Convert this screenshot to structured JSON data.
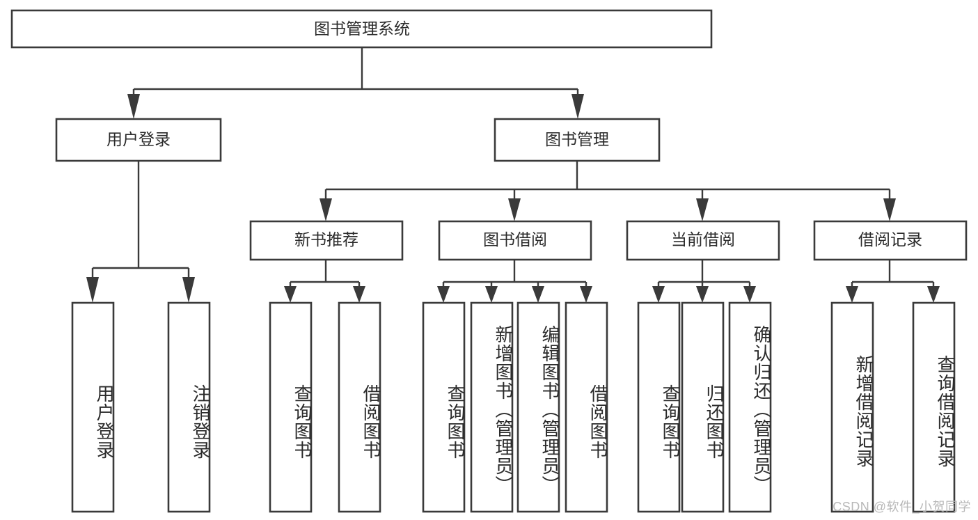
{
  "diagram": {
    "type": "tree-hierarchy",
    "title": "图书管理系统",
    "watermark": "CSDN @软件_小贺同学",
    "colors": {
      "stroke": "#3a3a3a",
      "fill": "#ffffff",
      "text": "#2b2b2b",
      "watermark": "#b8b8b8",
      "background": "#ffffff"
    },
    "root": {
      "label": "图书管理系统",
      "children": [
        {
          "label": "用户登录",
          "children": [
            {
              "label": "用户登录"
            },
            {
              "label": "注销登录"
            }
          ]
        },
        {
          "label": "图书管理",
          "children": [
            {
              "label": "新书推荐",
              "children": [
                {
                  "label": "查询图书"
                },
                {
                  "label": "借阅图书"
                }
              ]
            },
            {
              "label": "图书借阅",
              "children": [
                {
                  "label": "查询图书"
                },
                {
                  "label": "新增图书（管理员）"
                },
                {
                  "label": "编辑图书（管理员）"
                },
                {
                  "label": "借阅图书"
                }
              ]
            },
            {
              "label": "当前借阅",
              "children": [
                {
                  "label": "查询图书"
                },
                {
                  "label": "归还图书"
                },
                {
                  "label": "确认归还（管理员）"
                }
              ]
            },
            {
              "label": "借阅记录",
              "children": [
                {
                  "label": "新增借阅记录"
                },
                {
                  "label": "查询借阅记录"
                }
              ]
            }
          ]
        }
      ]
    },
    "nodes": {
      "root_title": "图书管理系统",
      "l1_user_login": "用户登录",
      "l1_book_manage": "图书管理",
      "l2_new_book_rec": "新书推荐",
      "l2_book_borrow": "图书借阅",
      "l2_current_borrow": "当前借阅",
      "l2_borrow_record": "借阅记录",
      "leaf_user_login": "用户登录",
      "leaf_logout": "注销登录",
      "leaf_rec_query_book": "查询图书",
      "leaf_rec_borrow_book": "借阅图书",
      "leaf_bb_query_book": "查询图书",
      "leaf_bb_add_book": "新增图书（管理员）",
      "leaf_bb_edit_book": "编辑图书（管理员）",
      "leaf_bb_borrow_book": "借阅图书",
      "leaf_cb_query_book": "查询图书",
      "leaf_cb_return_book": "归还图书",
      "leaf_cb_confirm_return": "确认归还（管理员）",
      "leaf_br_add_record": "新增借阅记录",
      "leaf_br_query_record": "查询借阅记录"
    }
  }
}
